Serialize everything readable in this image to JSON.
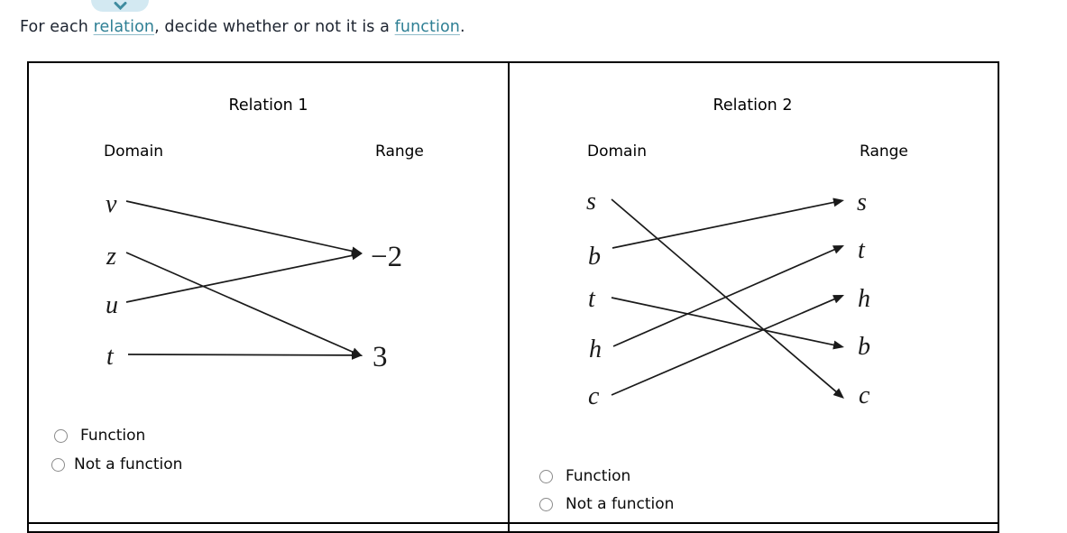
{
  "prompt": {
    "pre": "For each ",
    "relation_link": "relation",
    "mid": ", decide whether or not it is a ",
    "function_link": "function",
    "post": "."
  },
  "colors": {
    "link": "#2e7f94",
    "text": "#1d2430",
    "button_bg": "#d3e9f2",
    "button_icon": "#3f8ca0",
    "border": "#000000"
  },
  "relation1": {
    "title": "Relation 1",
    "domain_label": "Domain",
    "range_label": "Range",
    "domain": [
      "v",
      "z",
      "u",
      "t"
    ],
    "range": [
      "−2",
      "3"
    ],
    "mappings": [
      [
        "v",
        "−2"
      ],
      [
        "z",
        "3"
      ],
      [
        "u",
        "−2"
      ],
      [
        "t",
        "3"
      ]
    ],
    "options": {
      "function": "Function",
      "not_function": "Not a function"
    },
    "selected": ""
  },
  "relation2": {
    "title": "Relation 2",
    "domain_label": "Domain",
    "range_label": "Range",
    "domain": [
      "s",
      "b",
      "t",
      "h",
      "c"
    ],
    "range": [
      "s",
      "t",
      "h",
      "b",
      "c"
    ],
    "mappings": [
      [
        "s",
        "c"
      ],
      [
        "b",
        "s"
      ],
      [
        "t",
        "b"
      ],
      [
        "h",
        "t"
      ],
      [
        "c",
        "h"
      ]
    ],
    "options": {
      "function": "Function",
      "not_function": "Not a function"
    },
    "selected": ""
  }
}
